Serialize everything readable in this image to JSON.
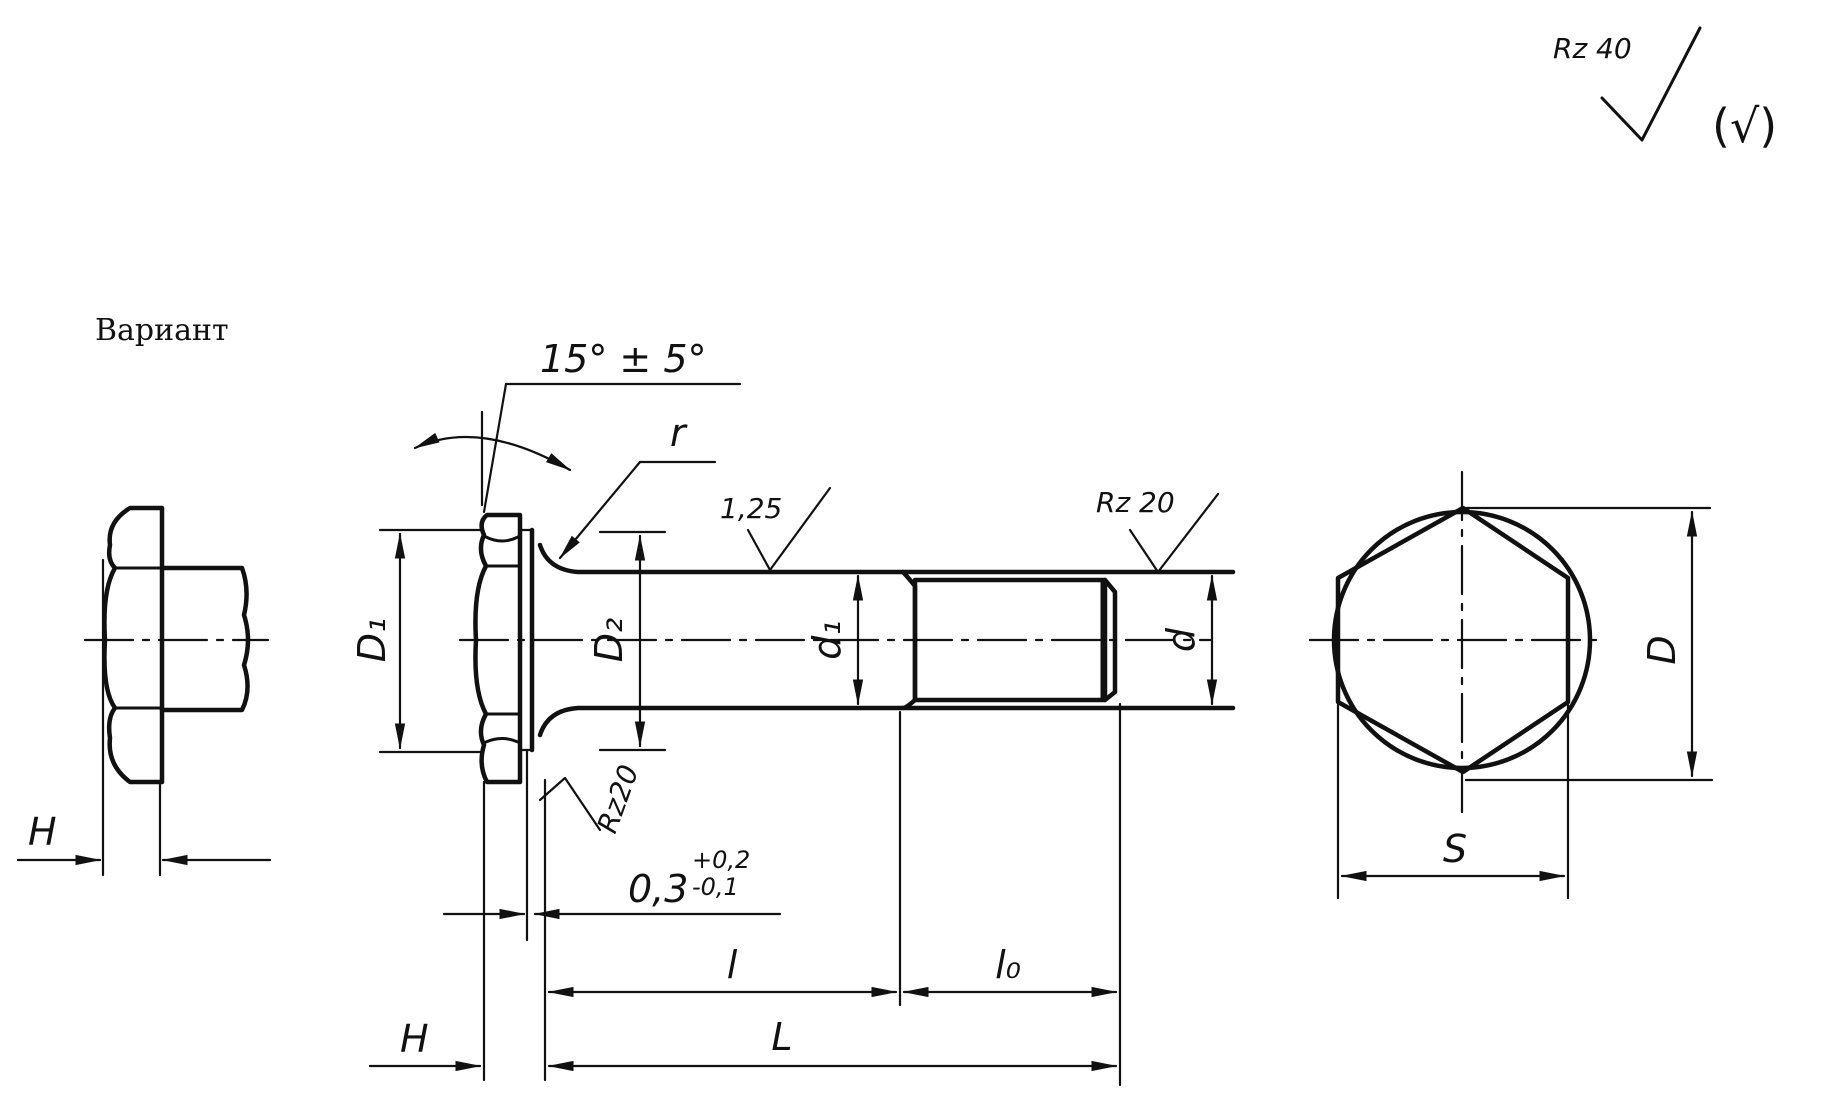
{
  "roughness": {
    "general": "Rz 40",
    "rest": "(√)",
    "shank": "1,25",
    "thread": "Rz 20",
    "face": "Rz20"
  },
  "variant_label": "Вариант",
  "dimensions": {
    "angle": "15° ± 5°",
    "radius": "r",
    "d1": "D₁",
    "d2": "D₂",
    "shank_d": "d₁",
    "thread_d": "d",
    "head_d": "D",
    "across_flats": "S",
    "head_h": "H",
    "variant_h": "H",
    "washer_t": "0,3",
    "tol_upper": "+0,2",
    "tol_lower": "-0,1",
    "l": "l",
    "l0": "l₀",
    "L": "L"
  },
  "colors": {
    "ink": "#111111",
    "paper": "#ffffff"
  }
}
